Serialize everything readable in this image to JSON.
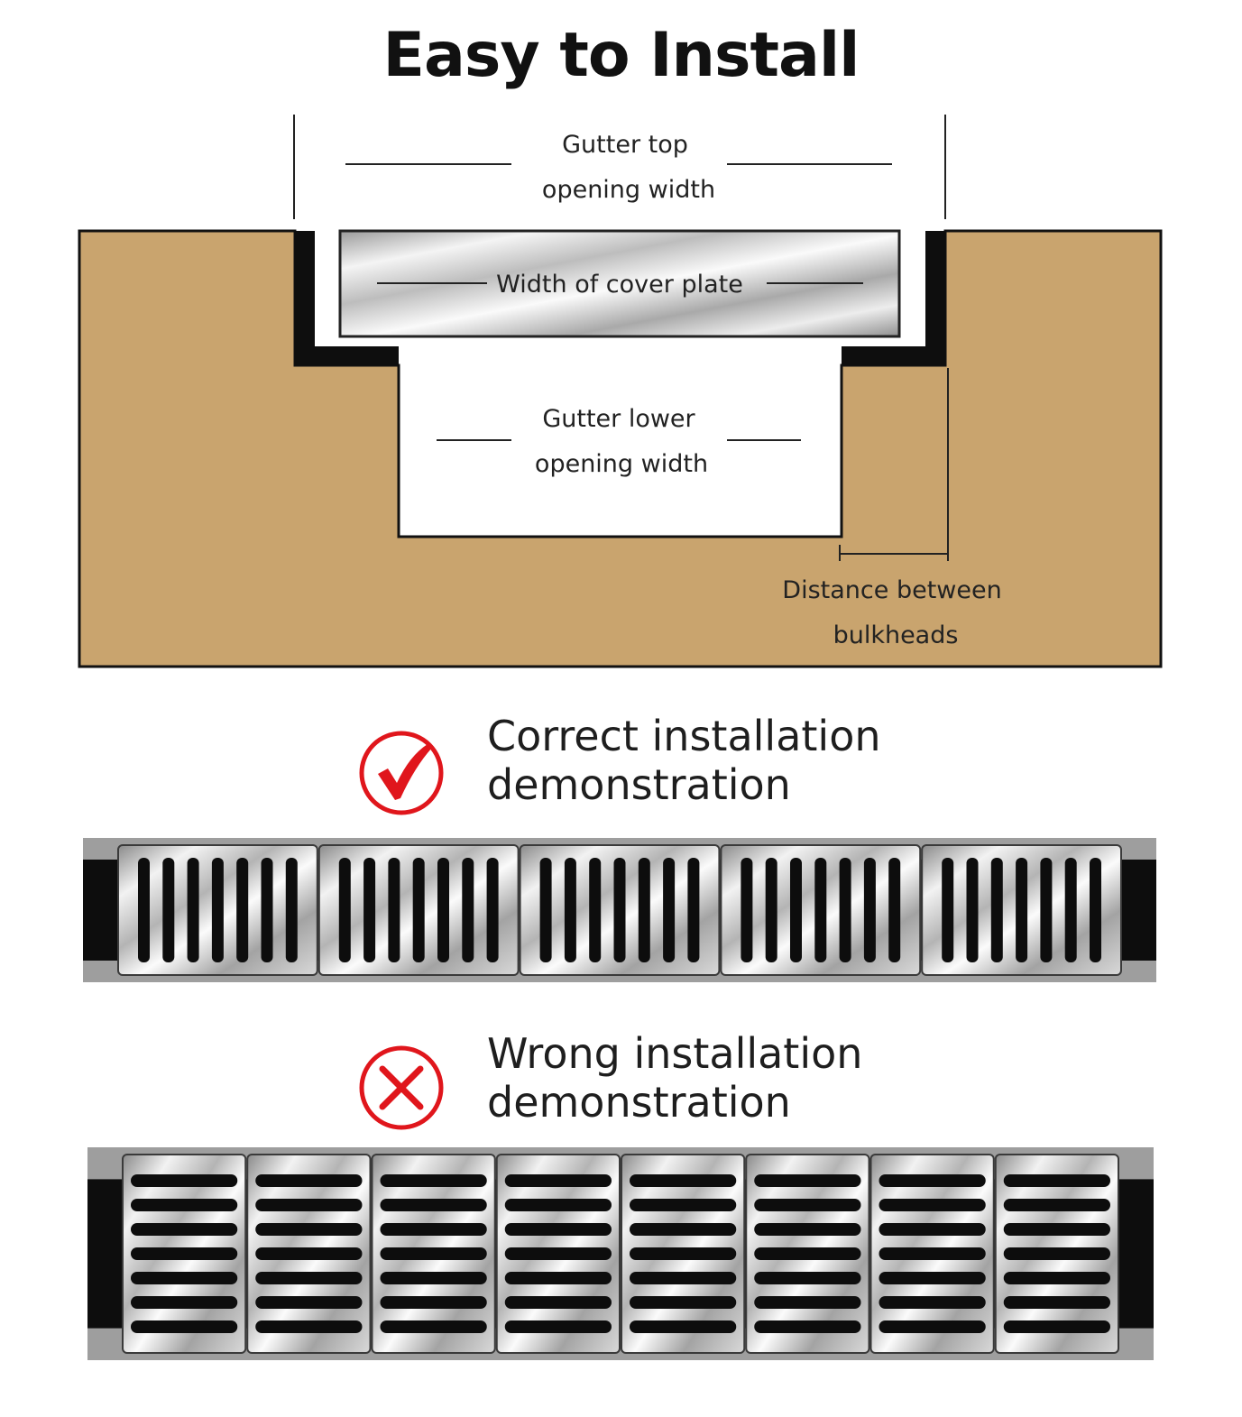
{
  "title": "Easy to Install",
  "diagram": {
    "gutter_top_line1": "Gutter top",
    "gutter_top_line2": "opening width",
    "cover_plate": "Width of cover plate",
    "gutter_lower_line1": "Gutter lower",
    "gutter_lower_line2": "opening width",
    "distance_line1": "Distance between",
    "distance_line2": "bulkheads",
    "colors": {
      "soil": "#c9a46e",
      "outline": "#111111",
      "background": "#ffffff"
    }
  },
  "correct": {
    "line1": "Correct installation",
    "line2": "demonstration",
    "icon": "check-circle-icon",
    "icon_color": "#e0161c",
    "slot_orientation": "vertical",
    "panel_count": 5
  },
  "wrong": {
    "line1": "Wrong installation",
    "line2": "demonstration",
    "icon": "x-circle-icon",
    "icon_color": "#e0161c",
    "slot_orientation": "horizontal",
    "panel_count": 8
  }
}
